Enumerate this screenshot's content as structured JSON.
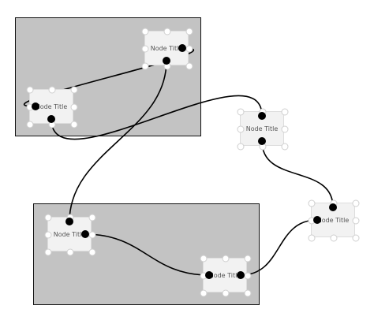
{
  "diagram": {
    "colors": {
      "group_fill": "#c3c3c3",
      "group_border": "#111111",
      "node_fill": "#f2f2f2",
      "node_border": "#dddddd",
      "edge": "#000000",
      "port": "#000000",
      "handle": "#ffffff"
    },
    "groups": [
      {
        "id": "group-1"
      },
      {
        "id": "group-2"
      }
    ],
    "nodes": [
      {
        "id": "n1",
        "title": "Node Title",
        "group": "group-1",
        "selected": true
      },
      {
        "id": "n2",
        "title": "Node Title",
        "group": "group-1",
        "selected": true
      },
      {
        "id": "n3",
        "title": "Node Title",
        "group": null,
        "selected": true
      },
      {
        "id": "n4",
        "title": "Node Title",
        "group": "group-2",
        "selected": true
      },
      {
        "id": "n5",
        "title": "Node Title",
        "group": "group-2",
        "selected": true
      },
      {
        "id": "n6",
        "title": "Node Title",
        "group": null,
        "selected": true
      }
    ],
    "edges": [
      {
        "from": "n2",
        "from_port": "right",
        "to": "n1",
        "to_port": "left"
      },
      {
        "from": "n1",
        "from_port": "bottom",
        "to": "n3",
        "to_port": "top"
      },
      {
        "from": "n2",
        "from_port": "bottom",
        "to": "n4",
        "to_port": "top"
      },
      {
        "from": "n3",
        "from_port": "bottom",
        "to": "n6",
        "to_port": "top"
      },
      {
        "from": "n4",
        "from_port": "right",
        "to": "n5",
        "to_port": "left"
      },
      {
        "from": "n5",
        "from_port": "right",
        "to": "n6",
        "to_port": "left"
      }
    ]
  }
}
